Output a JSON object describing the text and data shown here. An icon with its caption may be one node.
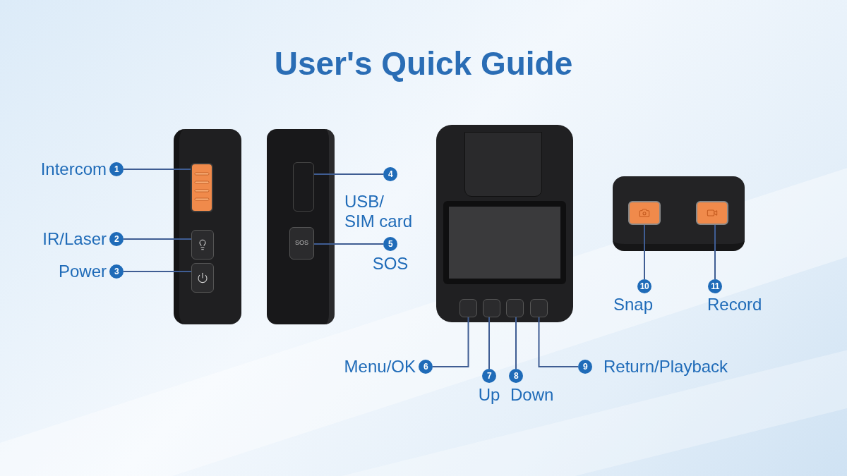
{
  "diagram": {
    "title": "User's Quick Guide",
    "nodes": [
      {
        "text": [
          "1"
        ],
        "beside": [
          "Intercom"
        ]
      },
      {
        "text": [
          "2"
        ],
        "beside": [
          "IR/Laser"
        ]
      },
      {
        "text": [
          "3"
        ],
        "beside": [
          "Power"
        ]
      },
      {
        "text": [
          "4"
        ],
        "beside": [
          "USB/ SIM card"
        ]
      },
      {
        "text": [
          "5"
        ],
        "beside": [
          "SOS"
        ]
      },
      {
        "text": [
          "6"
        ],
        "beside": [
          "Menu/OK"
        ]
      },
      {
        "text": [
          "7"
        ],
        "beside": [
          "Up"
        ]
      },
      {
        "text": [
          "8"
        ],
        "beside": [
          "Down"
        ]
      },
      {
        "text": [
          "9"
        ],
        "beside": [
          "Return/Playback"
        ]
      },
      {
        "text": [
          "10"
        ],
        "beside": [
          "Snap"
        ]
      },
      {
        "text": [
          "11"
        ],
        "beside": [
          "Record"
        ]
      },
      {
        "text": [],
        "shape": "box"
      },
      {
        "text": [],
        "shape": "box"
      },
      {
        "text": [],
        "shape": "box"
      },
      {
        "text": [],
        "shape": "box"
      },
      {
        "text": [],
        "shape": "box"
      },
      {
        "text": [],
        "shape": "box"
      },
      {
        "text": [],
        "shape": "box"
      },
      {
        "text": [],
        "shape": "box"
      },
      {
        "text": [],
        "shape": "box"
      },
      {
        "text": [],
        "shape": "box"
      },
      {
        "text": [],
        "shape": "box"
      }
    ],
    "edges": [
      {
        "from": 0,
        "to": 11,
        "arrow": "none"
      },
      {
        "from": 1,
        "to": 12,
        "arrow": "none"
      },
      {
        "from": 2,
        "to": 13,
        "arrow": "none"
      },
      {
        "from": 3,
        "to": 14,
        "arrow": "none"
      },
      {
        "from": 4,
        "to": 15,
        "arrow": "none"
      },
      {
        "from": 5,
        "to": 16,
        "arrow": "none"
      },
      {
        "from": 6,
        "to": 17,
        "arrow": "none"
      },
      {
        "from": 7,
        "to": 18,
        "arrow": "none"
      },
      {
        "from": 8,
        "to": 19,
        "arrow": "none"
      },
      {
        "from": 9,
        "to": 20,
        "arrow": "none"
      },
      {
        "from": 10,
        "to": 21,
        "arrow": "none"
      }
    ],
    "labels": [
      "SOS"
    ]
  }
}
